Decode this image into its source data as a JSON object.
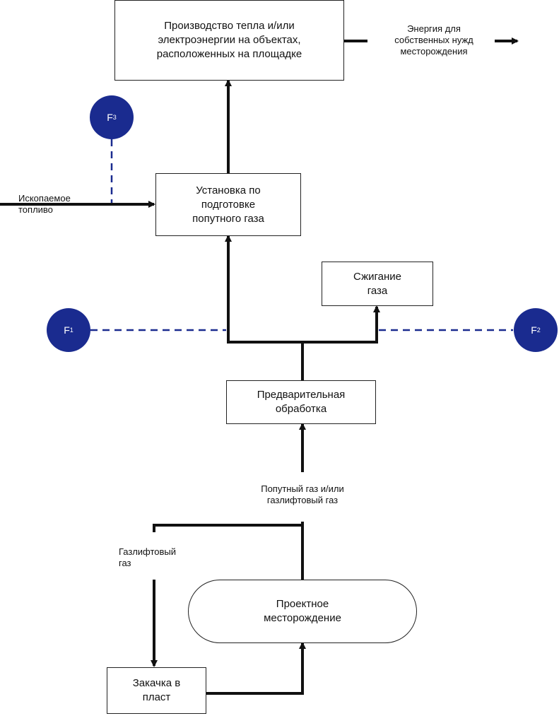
{
  "boxes": {
    "production": "Производство тепла и/или\nэлектроэнергии на объектах,\nрасположенных на площадке",
    "treatment": "Установка по\nподготовке\nпопутного газа",
    "flaring": "Сжигание\nгаза",
    "pretreatment": "Предварительная\nобработка",
    "field": "Проектное\nместорождение",
    "injection": "Закачка в\nпласт"
  },
  "labels": {
    "energy_own_needs": "Энергия для\nсобственных нужд\nместорождения",
    "fossil_fuel": "Ископаемое\nтопливо",
    "associated_gas": "Попутный газ и/или\nгазлифтовый газ",
    "gaslift_gas": "Газлифтовый\nгаз"
  },
  "markers": {
    "f1": {
      "letter": "F",
      "sub": "1"
    },
    "f2": {
      "letter": "F",
      "sub": "2"
    },
    "f3": {
      "letter": "F",
      "sub": "3"
    }
  },
  "colors": {
    "line": "#111111",
    "dashed": "#1a2b8f",
    "marker_fill": "#1a2b8f"
  }
}
